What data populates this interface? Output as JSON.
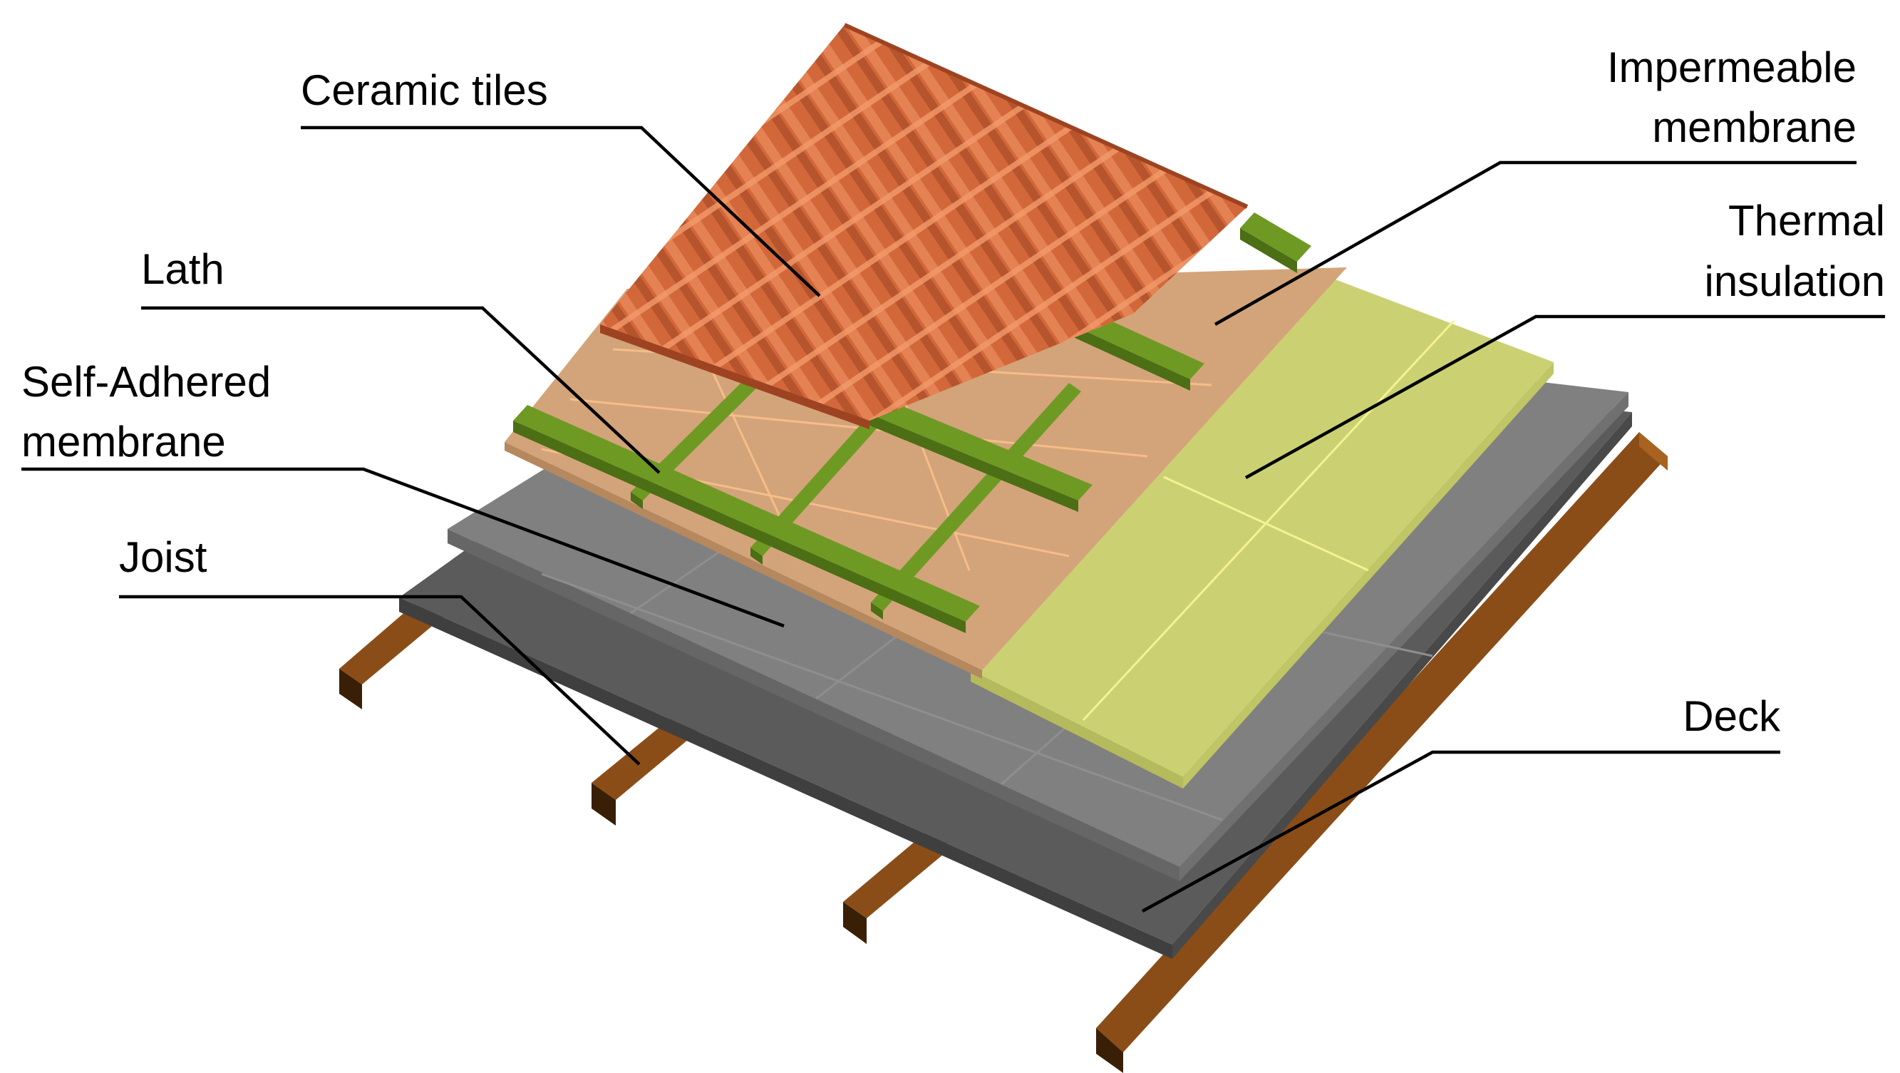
{
  "labels": {
    "ceramic_tiles": "Ceramic tiles",
    "impermeable_membrane_line1": "Impermeable",
    "impermeable_membrane_line2": "membrane",
    "thermal_insulation_line1": "Thermal",
    "thermal_insulation_line2": "insulation",
    "lath": "Lath",
    "self_adhered_membrane_line1": "Self-Adhered",
    "self_adhered_membrane_line2": "membrane",
    "joist": "Joist",
    "deck": "Deck"
  },
  "colors": {
    "tile": "#d2683a",
    "tile_highlight": "#e98a5c",
    "tile_shadow": "#9e4322",
    "lath": "#6e9a24",
    "lath_dark": "#4c6e14",
    "impermeable_membrane": "#d3a47a",
    "thermal_insulation": "#cbd173",
    "self_adhered_membrane": "#808080",
    "deck": "#5b5b5b",
    "joist": "#8b4d17",
    "joist_dark": "#5e310c"
  }
}
